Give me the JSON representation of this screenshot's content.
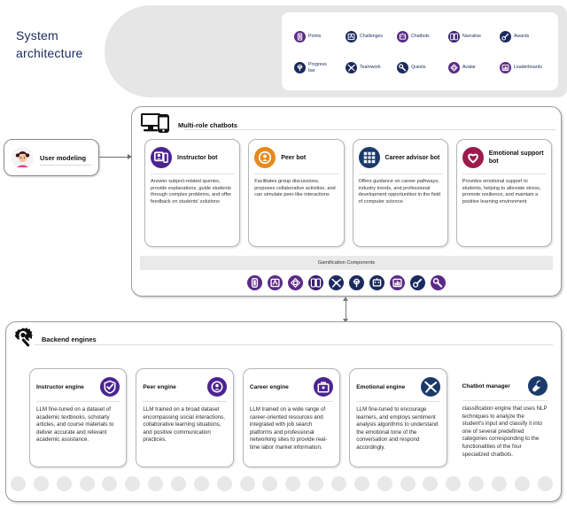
{
  "page": {
    "title": "System\narchitecture"
  },
  "gamification_legend": {
    "items": [
      {
        "label": "Points",
        "icon": "points-icon",
        "color": "#5b2a86"
      },
      {
        "label": "Challenges",
        "icon": "challenges-icon",
        "color": "#1b2a5e"
      },
      {
        "label": "Chatbots",
        "icon": "chatbots-icon",
        "color": "#5b2a86"
      },
      {
        "label": "Narrative",
        "icon": "narrative-icon",
        "color": "#3a1f6e"
      },
      {
        "label": "Awards",
        "icon": "awards-icon",
        "color": "#1b2a5e"
      },
      {
        "label": "Progress\nbar",
        "icon": "progress-bar-icon",
        "color": "#1b2a5e"
      },
      {
        "label": "Teamwork",
        "icon": "teamwork-icon",
        "color": "#1b2a5e"
      },
      {
        "label": "Quests",
        "icon": "quests-icon",
        "color": "#1b2a5e"
      },
      {
        "label": "Avatar",
        "icon": "avatar-icon",
        "color": "#5b2a86"
      },
      {
        "label": "Leaderboards",
        "icon": "leaderboards-icon",
        "color": "#5b2a86"
      }
    ]
  },
  "user_modeling": {
    "label": "User modeling",
    "icon": "user-avatar-icon"
  },
  "chatbots_section": {
    "title": "Multi-role chatbots",
    "icon": "monitor-phone-icon",
    "bots": [
      {
        "name": "Instructor bot",
        "icon": "instructor-bot-icon",
        "color": "#4b2491",
        "desc": "Answer subject-related queries, provide explanations, guide students through complex problems, and offer feedback on students' solutions"
      },
      {
        "name": "Peer bot",
        "icon": "peer-bot-icon",
        "color": "#e8891a",
        "desc": "Facilitates group discussions, proposes collaborative activities, and can simulate peer-like interactions"
      },
      {
        "name": "Career advisor bot",
        "icon": "career-advisor-bot-icon",
        "color": "#1b3a6b",
        "desc": "Offers guidance on career pathways, industry trends, and professional development opportunities in the field of computer science."
      },
      {
        "name": "Emotional support bot",
        "icon": "emotional-support-bot-icon",
        "color": "#9b1b4a",
        "desc": "Provides emotional support to students, helping to alleviate stress, promote resilience, and maintain a positive learning environment"
      }
    ],
    "gamification_strip_label": "Gamification Components",
    "gamification_icons": [
      {
        "icon": "points-icon",
        "color": "#5b2a86"
      },
      {
        "icon": "challenges-icon",
        "color": "#5b2a86"
      },
      {
        "icon": "avatar-icon",
        "color": "#5b2a86"
      },
      {
        "icon": "narrative-icon",
        "color": "#3a1f6e"
      },
      {
        "icon": "teamwork-icon",
        "color": "#1b2a5e"
      },
      {
        "icon": "progress-bar-icon",
        "color": "#1b2a5e"
      },
      {
        "icon": "chatbots-icon",
        "color": "#1b2a5e"
      },
      {
        "icon": "leaderboards-icon",
        "color": "#5b2a86"
      },
      {
        "icon": "awards-icon",
        "color": "#1b2a5e"
      },
      {
        "icon": "quests-icon",
        "color": "#5b2a86"
      }
    ]
  },
  "backend_section": {
    "title": "Backend engines",
    "icon": "gear-wrench-icon",
    "engines": [
      {
        "name": "Instructor engine",
        "icon": "shield-check-icon",
        "color": "#4b2491",
        "desc": "LLM fine-tuned on a dataset of academic textbooks, scholarly articles, and course materials to deliver accurate and relevant academic assistance."
      },
      {
        "name": "Peer engine",
        "icon": "peer-bot-icon",
        "color": "#4b2491",
        "desc": "LLM trained on a broad dataset encompassing social interactions, collaborative learning situations, and positive communication practices."
      },
      {
        "name": "Career engine",
        "icon": "briefcase-icon",
        "color": "#4b2491",
        "desc": "LLM trained on a wide range of career-oriented resources and integrated with job search platforms and professional networking sites to provide real-time labor market information."
      },
      {
        "name": "Emotional engine",
        "icon": "teamwork-icon",
        "color": "#1b3a6b",
        "desc": "LLM fine-tuned to encourage learners, and employs sentiment analysis algorithms to understand the emotional tone of the conversation and respond accordingly."
      },
      {
        "name": "Chatbot manager",
        "icon": "wrench-icon",
        "color": "#1b3a6b",
        "desc": "classification engine that uses NLP techniques to analyze the student's input and classify it into one of several predefined categories corresponding to the functionalities of the four specialized chatbots."
      }
    ]
  },
  "footer_dots": {
    "count": 24
  }
}
